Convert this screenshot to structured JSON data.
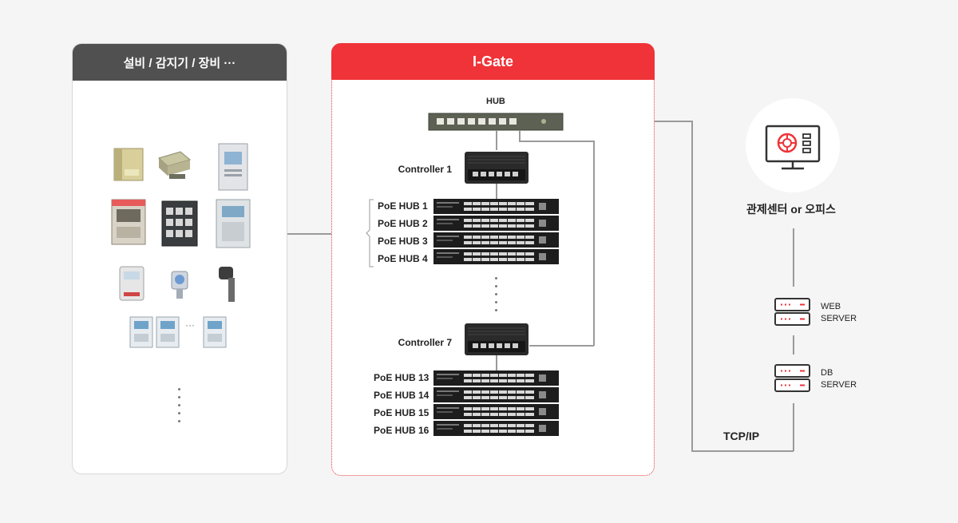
{
  "left_panel": {
    "title": "설비 / 감지기 / 장비 ···",
    "ellipsis": "···"
  },
  "gateway_panel": {
    "title": "I-Gate",
    "hub_label": "HUB",
    "controllers": [
      {
        "label": "Controller 1"
      },
      {
        "label": "Controller 7"
      }
    ],
    "group1_hubs": [
      "PoE HUB 1",
      "PoE HUB 2",
      "PoE HUB 3",
      "PoE HUB 4"
    ],
    "group2_hubs": [
      "PoE HUB 13",
      "PoE HUB 14",
      "PoE HUB 15",
      "PoE HUB 16"
    ]
  },
  "right_side": {
    "monitor_label": "관제센터 or 오피스",
    "servers": [
      {
        "line1": "WEB",
        "line2": "SERVER"
      },
      {
        "line1": "DB",
        "line2": "SERVER"
      }
    ],
    "protocol_label": "TCP/IP"
  },
  "colors": {
    "accent_red": "#ef3338",
    "header_gray": "#505050",
    "connector_gray": "#9a9a9a"
  }
}
